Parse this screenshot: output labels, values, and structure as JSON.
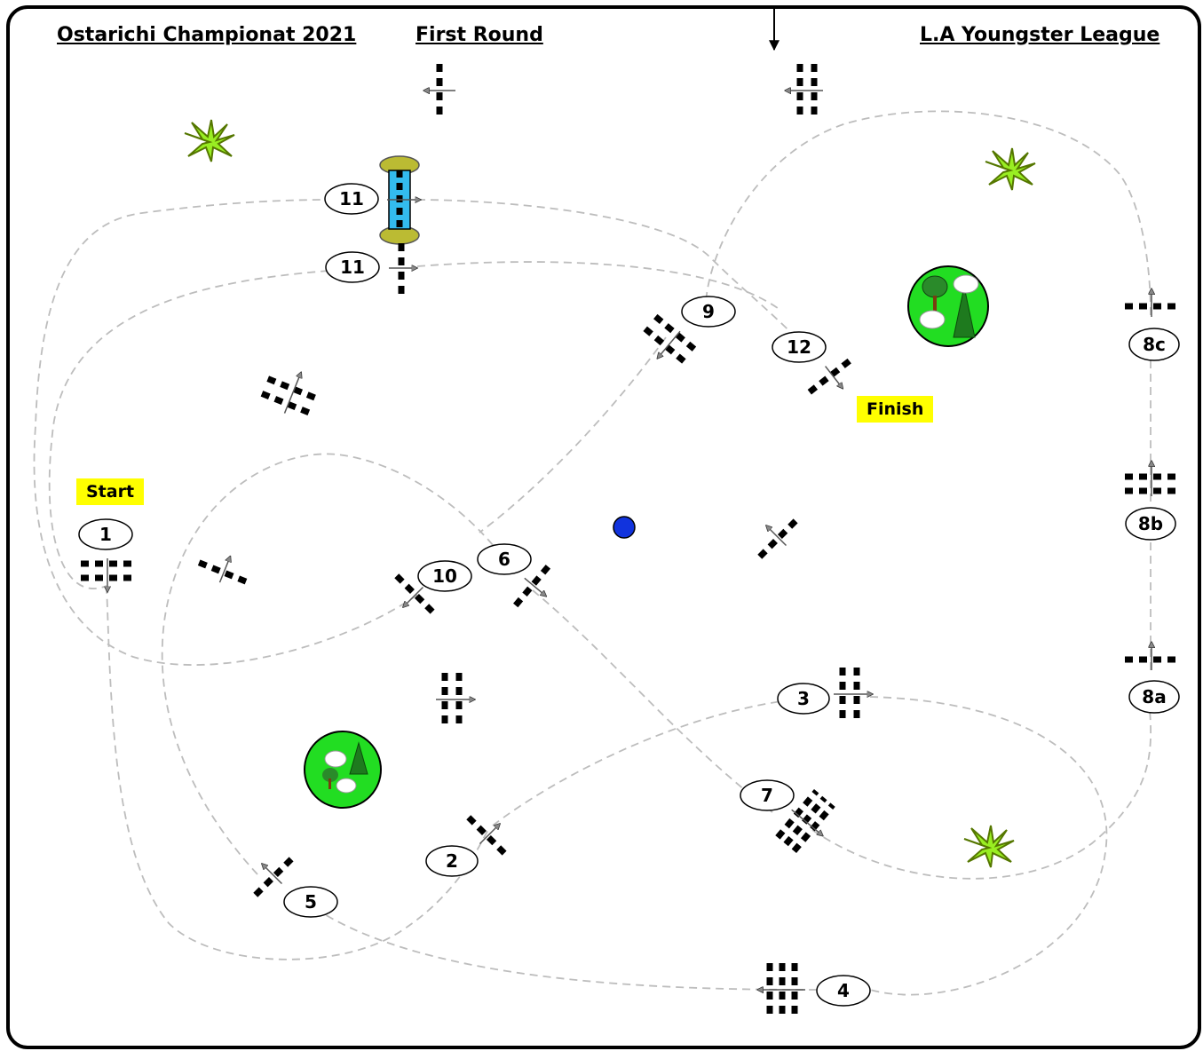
{
  "header": {
    "event": "Ostarichi Championat 2021",
    "round": "First Round",
    "league": "L.A Youngster League"
  },
  "labels": {
    "start": "Start",
    "finish": "Finish"
  },
  "obstacles": {
    "o1": "1",
    "o2": "2",
    "o3": "3",
    "o4": "4",
    "o5": "5",
    "o6": "6",
    "o7": "7",
    "o8a": "8a",
    "o8b": "8b",
    "o8c": "8c",
    "o9": "9",
    "o10": "10",
    "o11a": "11",
    "o11b": "11",
    "o12": "12"
  },
  "colors": {
    "path": "#bdbdbd",
    "marker": "#ffff00",
    "tree_circle": "#22dd22",
    "water": "#33bbee",
    "blue_dot": "#1133dd"
  }
}
